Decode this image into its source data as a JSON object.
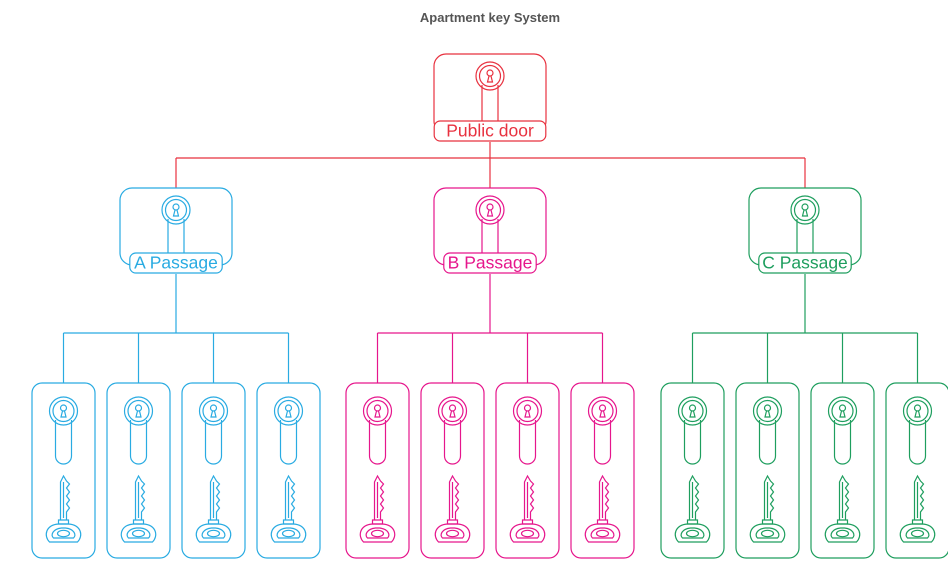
{
  "title": "Apartment key System",
  "colors": {
    "public": "#e8313f",
    "a": "#29abe2",
    "b": "#e6168c",
    "c": "#1e9e5e",
    "title": "#555555"
  },
  "root": {
    "label": "Public door",
    "color_key": "public",
    "icon": "lock-cylinder-icon"
  },
  "passages": [
    {
      "id": "a",
      "label": "A Passage",
      "color_key": "a",
      "icon": "lock-cylinder-icon",
      "unit_count": 4,
      "unit_icons": [
        "lock-cylinder-icon",
        "key-icon"
      ]
    },
    {
      "id": "b",
      "label": "B Passage",
      "color_key": "b",
      "icon": "lock-cylinder-icon",
      "unit_count": 4,
      "unit_icons": [
        "lock-cylinder-icon",
        "key-icon"
      ]
    },
    {
      "id": "c",
      "label": "C Passage",
      "color_key": "c",
      "icon": "lock-cylinder-icon",
      "unit_count": 4,
      "unit_icons": [
        "lock-cylinder-icon",
        "key-icon"
      ]
    }
  ]
}
